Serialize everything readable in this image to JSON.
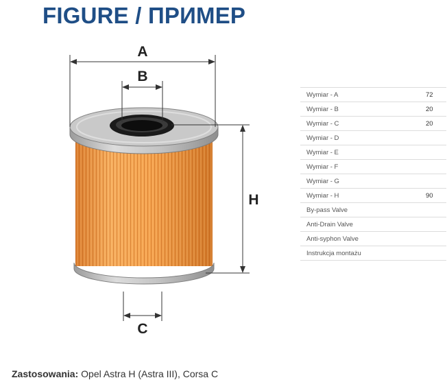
{
  "title": "FIGURE / ПРИМЕР",
  "dimension_labels": {
    "a": "A",
    "b": "B",
    "c": "C",
    "h": "H"
  },
  "specs": [
    {
      "label": "Wymiar - A",
      "value": "72"
    },
    {
      "label": "Wymiar - B",
      "value": "20"
    },
    {
      "label": "Wymiar - C",
      "value": "20"
    },
    {
      "label": "Wymiar - D",
      "value": ""
    },
    {
      "label": "Wymiar - E",
      "value": ""
    },
    {
      "label": "Wymiar - F",
      "value": ""
    },
    {
      "label": "Wymiar - G",
      "value": ""
    },
    {
      "label": "Wymiar - H",
      "value": "90"
    },
    {
      "label": "By-pass Valve",
      "value": ""
    },
    {
      "label": "Anti-Drain Valve",
      "value": ""
    },
    {
      "label": "Anti-syphon Valve",
      "value": ""
    },
    {
      "label": "Instrukcja montażu",
      "value": ""
    }
  ],
  "application": {
    "label": "Zastosowania:",
    "value": "Opel Astra H (Astra III), Corsa C"
  },
  "colors": {
    "title": "#1f4e86",
    "filter_media": "#f29a45",
    "end_cap": "#c8c8c8"
  }
}
